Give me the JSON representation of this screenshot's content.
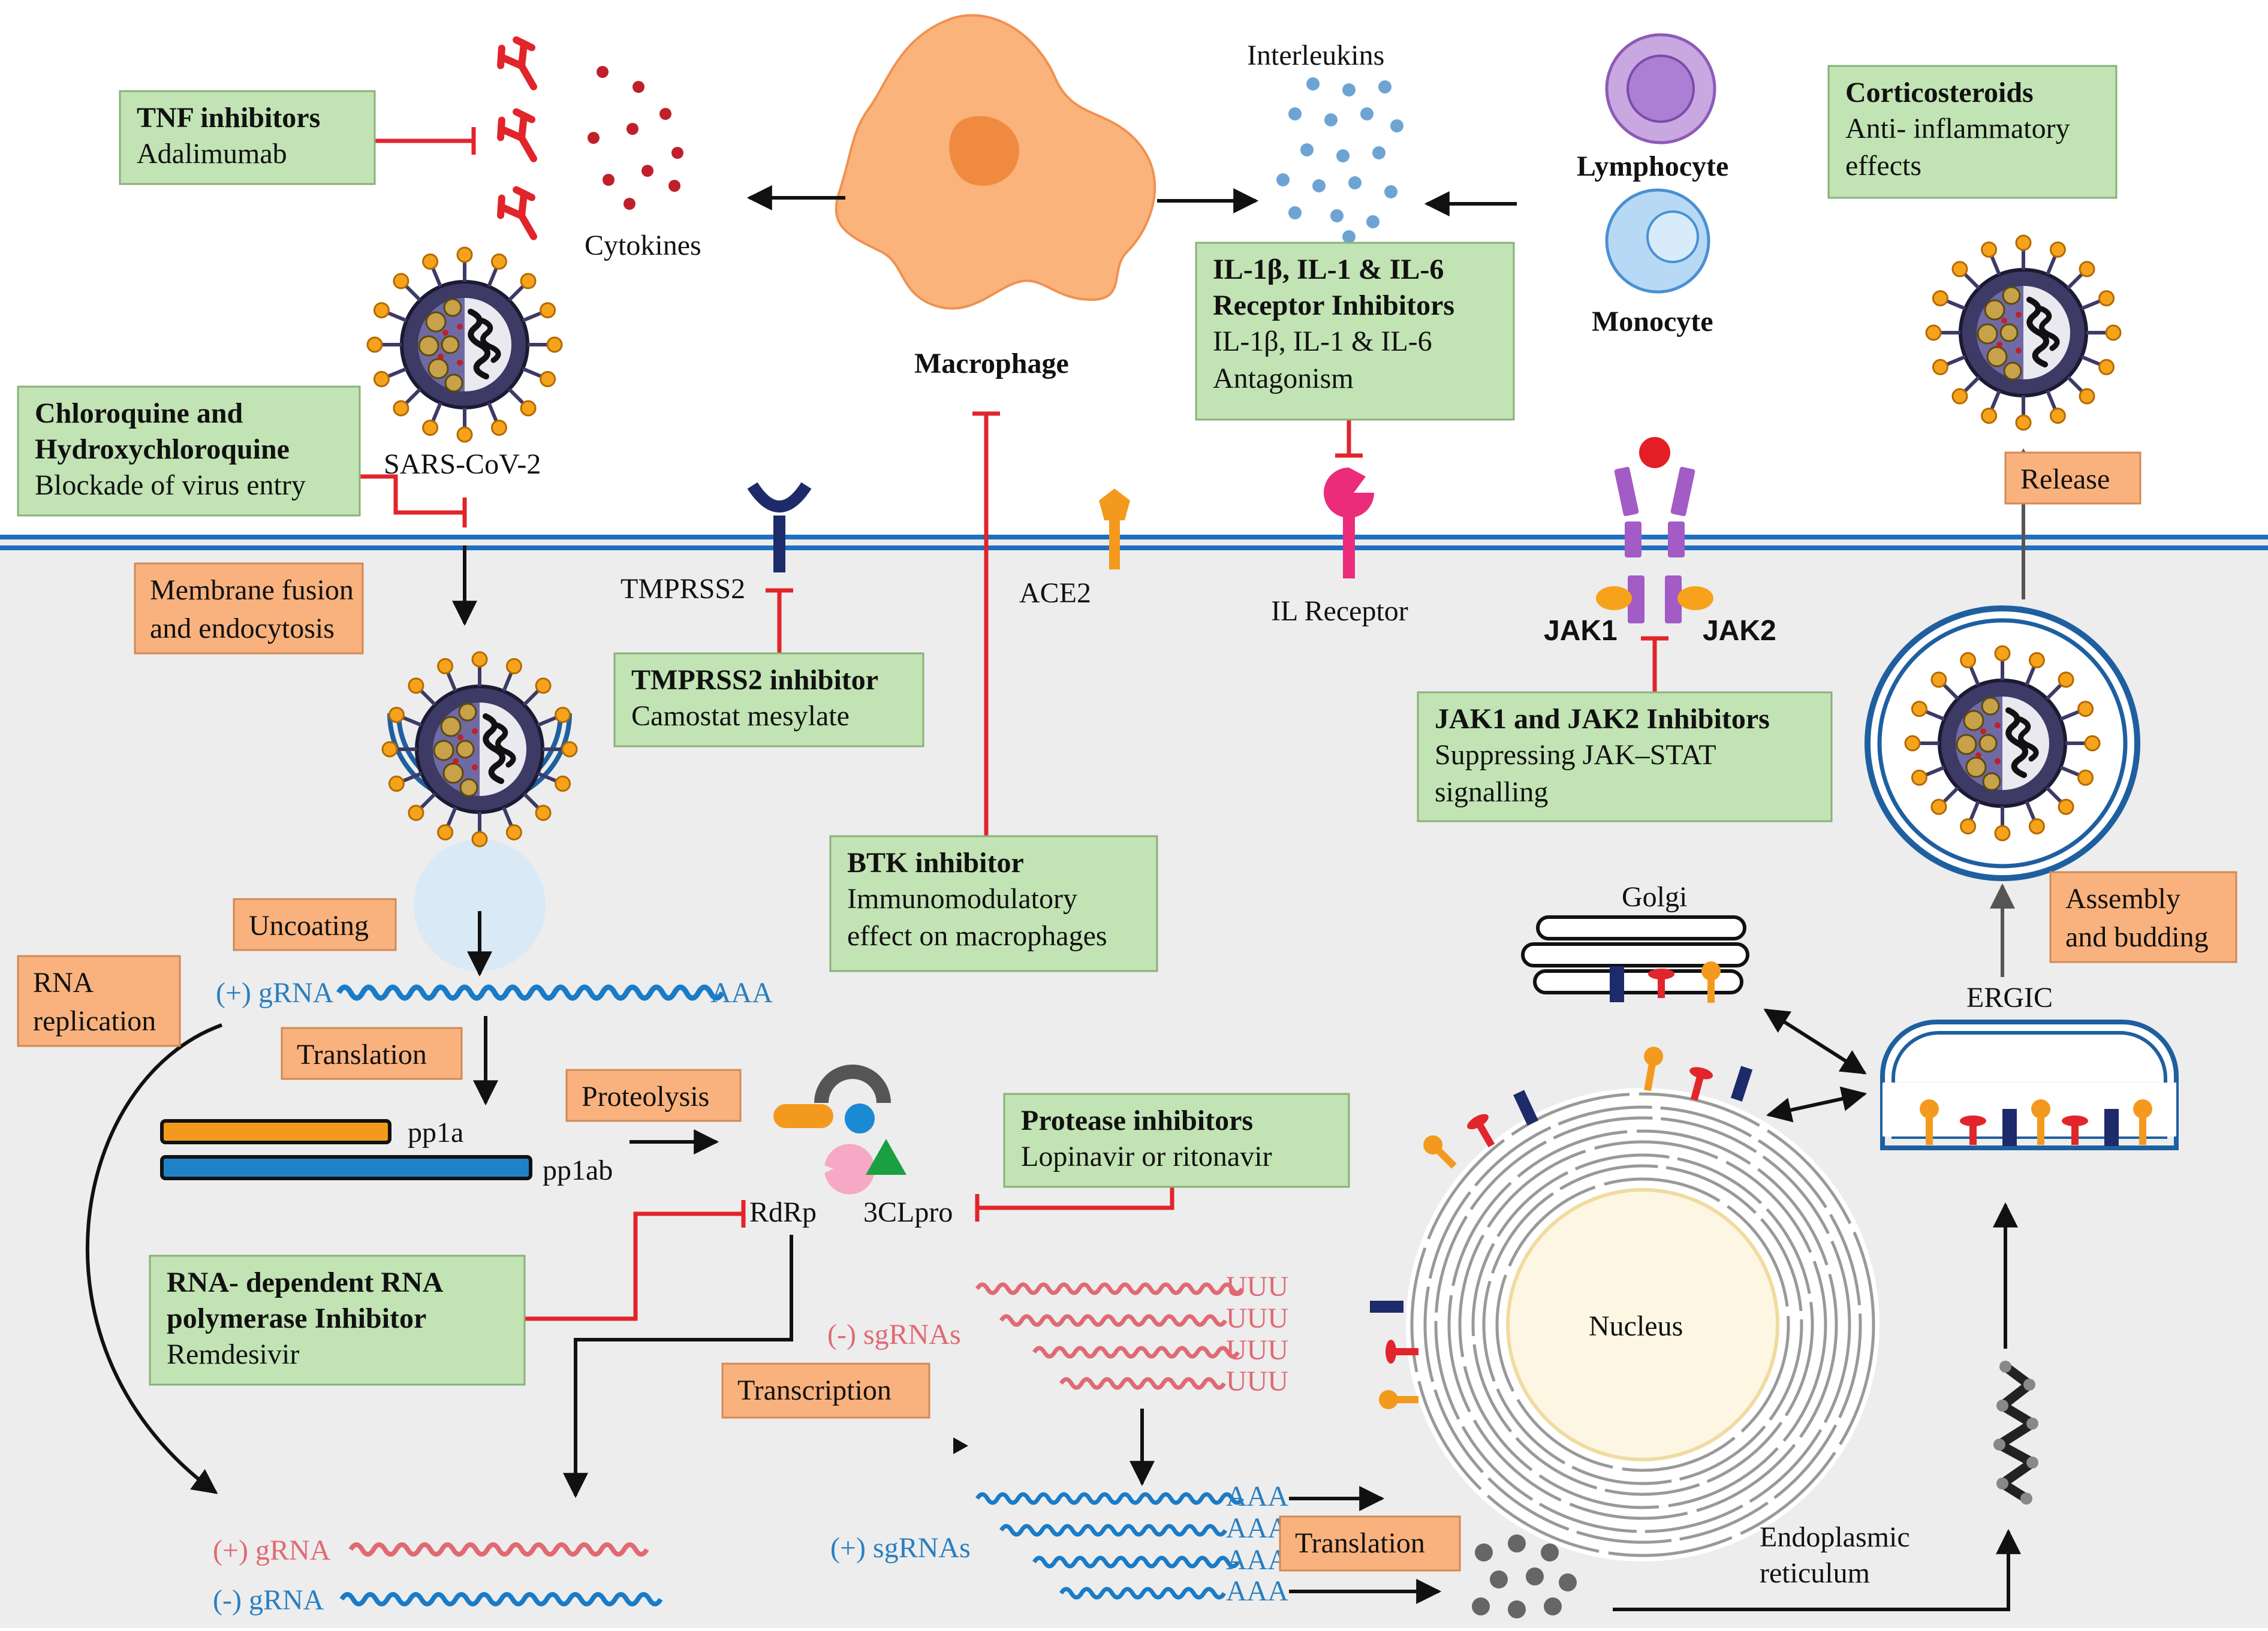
{
  "labels": {
    "interleukins": "Interleukins",
    "cytokines": "Cytokines",
    "macrophage": "Macrophage",
    "lymphocyte": "Lymphocyte",
    "monocyte": "Monocyte",
    "sars_cov_2": "SARS-CoV-2",
    "tmprss2": "TMPRSS2",
    "ace2": "ACE2",
    "il_receptor": "IL Receptor",
    "jak1": "JAK1",
    "jak2": "JAK2",
    "golgi": "Golgi",
    "ergic": "ERGIC",
    "plus_grna_top": "(+) gRNA",
    "aaa_top": "AAA",
    "pp1a": "pp1a",
    "pp1ab": "pp1ab",
    "rdrp": "RdRp",
    "clpro": "3CLpro",
    "minus_sgrnas": "(-) sgRNAs",
    "uuu": [
      "UUU",
      "UUU",
      "UUU",
      "UUU"
    ],
    "plus_sgrnas": "(+) sgRNAs",
    "aaa_sg": [
      "AAA",
      "AAA",
      "AAA",
      "AAA"
    ],
    "nucleus": "Nucleus",
    "er_line1": "Endoplasmic",
    "er_line2": "reticulum",
    "plus_grna_bottom": "(+) gRNA",
    "minus_grna_bottom": "(-) gRNA"
  },
  "green_boxes": {
    "tnf": {
      "title": "TNF inhibitors",
      "body": [
        "Adalimumab"
      ]
    },
    "chloroquine": {
      "title": [
        "Chloroquine and",
        "Hydroxychloroquine"
      ],
      "body": [
        "Blockade of virus entry"
      ]
    },
    "il": {
      "title": [
        "IL-1β, IL-1 & IL-6",
        "Receptor Inhibitors"
      ],
      "body": [
        "IL-1β, IL-1 & IL-6",
        "Antagonism"
      ]
    },
    "corticosteroids": {
      "title": "Corticosteroids",
      "body": [
        "Anti- inflammatory",
        "effects"
      ]
    },
    "tmprss2_inh": {
      "title": "TMPRSS2 inhibitor",
      "body": [
        "Camostat mesylate"
      ]
    },
    "jak": {
      "title": "JAK1 and JAK2 Inhibitors",
      "body": [
        "Suppressing  JAK–STAT",
        "signalling"
      ]
    },
    "btk": {
      "title": "BTK inhibitor",
      "body": [
        "Immunomodulatory",
        "effect on macrophages"
      ]
    },
    "protease": {
      "title": "Protease inhibitors",
      "body": [
        "Lopinavir  or ritonavir"
      ]
    },
    "rdrp_inh": {
      "title": [
        "RNA- dependent RNA",
        "polymerase Inhibitor"
      ],
      "body": [
        "Remdesivir"
      ]
    }
  },
  "orange_boxes": {
    "membrane": [
      "Membrane  fusion",
      "and endocytosis"
    ],
    "uncoating": [
      "Uncoating"
    ],
    "rna_replication": [
      "RNA",
      "replication"
    ],
    "translation_top": [
      "Translation"
    ],
    "proteolysis": [
      "Proteolysis"
    ],
    "transcription": [
      "Transcription"
    ],
    "translation_bottom": [
      "Translation"
    ],
    "release": [
      "Release"
    ],
    "assembly": [
      "Assembly",
      "and budding"
    ]
  },
  "colors": {
    "green_box": "#c2e3b4",
    "orange_box": "#f9b27e",
    "inhibit_red": "#e2242b",
    "membrane_blue": "#1e6fc2",
    "cell_bg": "#ededed",
    "rna_blue": "#1a7bc7",
    "rna_pink": "#e06a72",
    "macrophage": "#fbb37c"
  }
}
